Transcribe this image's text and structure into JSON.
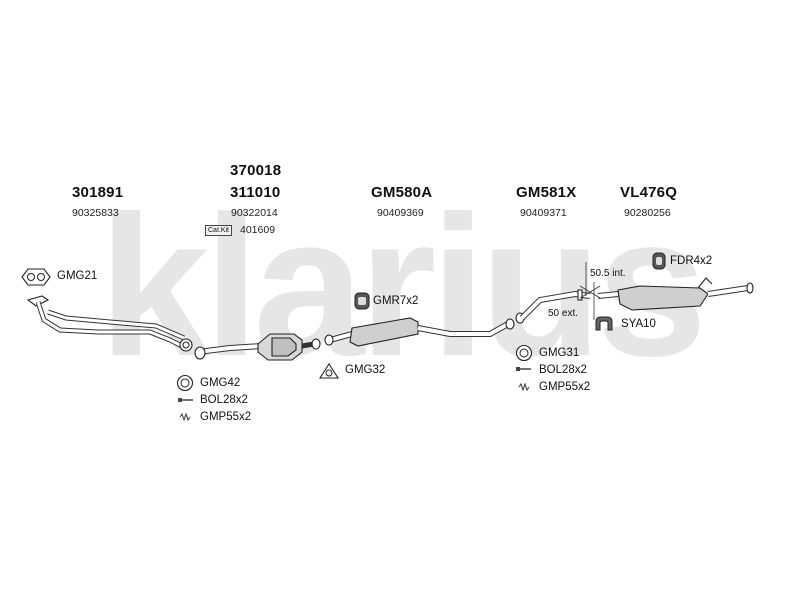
{
  "watermark": {
    "brand": "klarius",
    "color": "#e6e6e6"
  },
  "columns": [
    {
      "part_no": "301891",
      "oem": "90325833"
    },
    {
      "part_no_top": "370018",
      "part_no": "311010",
      "oem": "90322014",
      "catkit_label": "Cat.Kit",
      "catkit_no": "401609"
    },
    {
      "part_no": "GM580A",
      "oem": "90409369"
    },
    {
      "part_no": "GM581X",
      "oem": "90409371"
    },
    {
      "part_no": "VL476Q",
      "oem": "90280256"
    }
  ],
  "fittings": {
    "gmg21": "GMG21",
    "gmg42": "GMG42",
    "bol28_left": "BOL28x2",
    "gmp55_left": "GMP55x2",
    "gmg32": "GMG32",
    "gmr7": "GMR7x2",
    "gmg31": "GMG31",
    "bol28_right": "BOL28x2",
    "gmp55_right": "GMP55x2",
    "fdr4": "FDR4x2",
    "sya10": "SYA10"
  },
  "dimensions": {
    "int_label": "50.5 int.",
    "ext_label": "50 ext."
  },
  "icons": [
    "gasket-ring-icon",
    "bolt-icon",
    "spring-icon",
    "clamp-icon",
    "rubber-hanger-icon",
    "bracket-icon",
    "flange-gasket-icon"
  ]
}
